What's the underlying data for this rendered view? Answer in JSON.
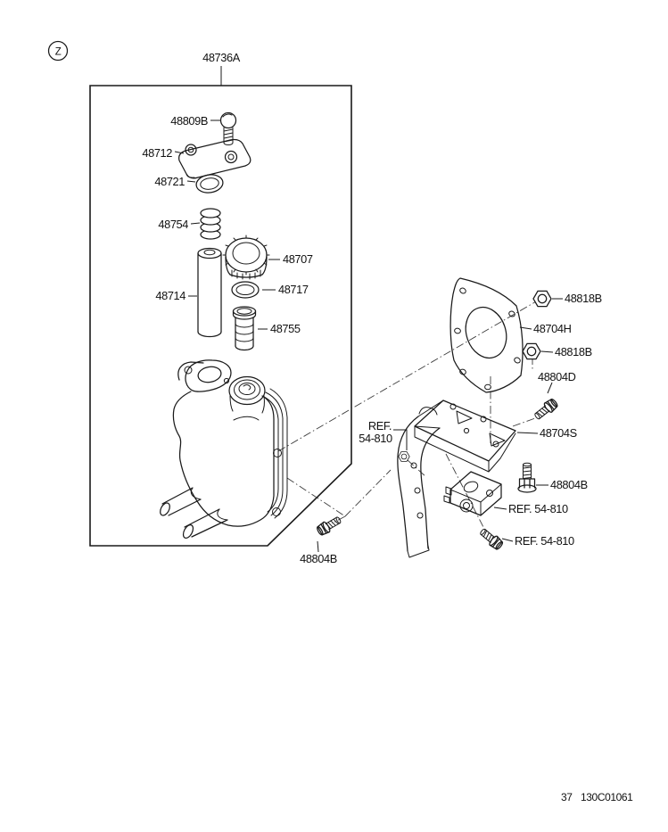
{
  "page": {
    "view_tag": "Z",
    "footer_page": "37",
    "footer_code": "130C01061",
    "ink_color": "#1a1a1a",
    "background_color": "#ffffff"
  },
  "parts": {
    "assembly": "48736A",
    "bolt_top": "48809B",
    "cover": "48712",
    "gasket": "48721",
    "spring": "48754",
    "cap": "48707",
    "tube": "48714",
    "oring": "48717",
    "strainer": "48755",
    "bolt_bottom": "48804B",
    "nut_top": "48818B",
    "gasket_plate": "48704H",
    "nut_mid": "48818B",
    "bolt_d": "48804D",
    "bracket": "48704S",
    "bolt_right": "48804B",
    "ref_left_line1": "REF.",
    "ref_left_line2": "54-810",
    "ref_mid": "REF. 54-810",
    "ref_bottom": "REF. 54-810"
  }
}
